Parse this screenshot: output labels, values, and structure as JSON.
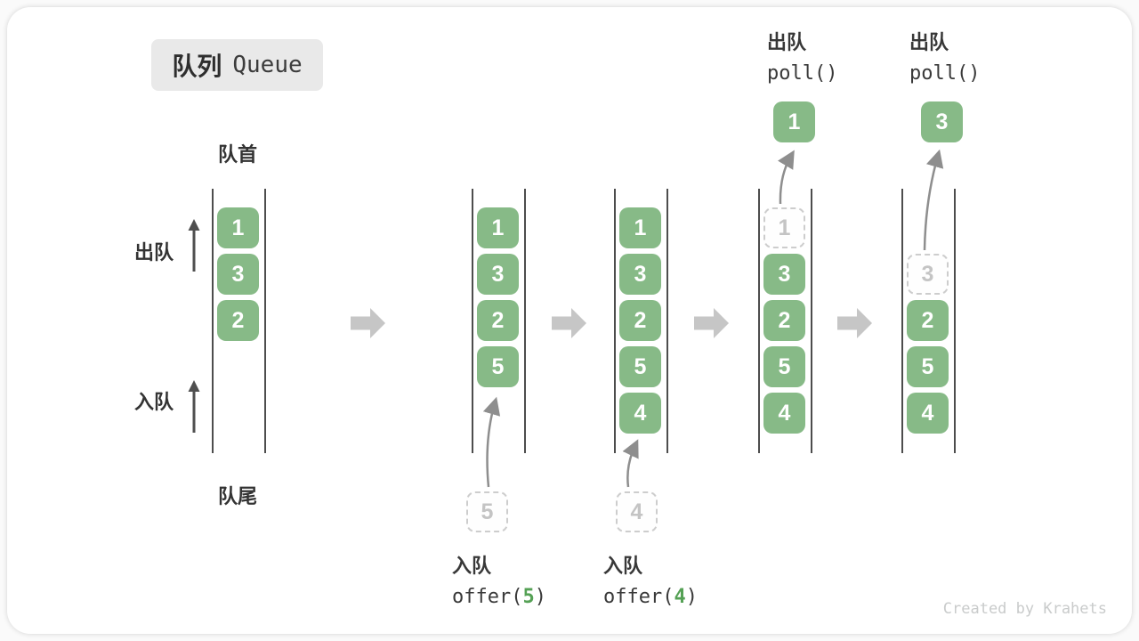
{
  "title": {
    "zh": "队列",
    "en": "Queue"
  },
  "side_labels": {
    "front": "队首",
    "rear": "队尾",
    "dequeue": "出队",
    "enqueue": "入队"
  },
  "queues": [
    {
      "label": "initial-state",
      "slots": [
        {
          "value": "1",
          "state": "filled"
        },
        {
          "value": "3",
          "state": "filled"
        },
        {
          "value": "2",
          "state": "filled"
        }
      ]
    },
    {
      "label": "after-offer-5",
      "slots": [
        {
          "value": "1",
          "state": "filled"
        },
        {
          "value": "3",
          "state": "filled"
        },
        {
          "value": "2",
          "state": "filled"
        },
        {
          "value": "5",
          "state": "filled"
        }
      ],
      "pending": "5"
    },
    {
      "label": "after-offer-4",
      "slots": [
        {
          "value": "1",
          "state": "filled"
        },
        {
          "value": "3",
          "state": "filled"
        },
        {
          "value": "2",
          "state": "filled"
        },
        {
          "value": "5",
          "state": "filled"
        },
        {
          "value": "4",
          "state": "filled"
        }
      ],
      "pending": "4"
    },
    {
      "label": "after-poll-1",
      "slots": [
        {
          "value": "1",
          "state": "removed-dashed"
        },
        {
          "value": "3",
          "state": "filled"
        },
        {
          "value": "2",
          "state": "filled"
        },
        {
          "value": "5",
          "state": "filled"
        },
        {
          "value": "4",
          "state": "filled"
        }
      ],
      "popped": "1"
    },
    {
      "label": "after-poll-3",
      "slots": [
        {
          "value": "3",
          "state": "removed-dashed"
        },
        {
          "value": "2",
          "state": "filled"
        },
        {
          "value": "5",
          "state": "filled"
        },
        {
          "value": "4",
          "state": "filled"
        }
      ],
      "popped": "3"
    }
  ],
  "annotations": {
    "enqueue5": {
      "action": "入队",
      "code_before": "offer(",
      "code_arg": "5",
      "code_after": ")"
    },
    "enqueue4": {
      "action": "入队",
      "code_before": "offer(",
      "code_arg": "4",
      "code_after": ")"
    },
    "poll1": {
      "action": "出队",
      "code": "poll()"
    },
    "poll3": {
      "action": "出队",
      "code": "poll()"
    }
  },
  "footer": "Created by Krahets",
  "colors": {
    "box_green": "#87ba87",
    "code_arg_green": "#55a155",
    "block_arrow_gray": "#c6c6c6",
    "wall_dark": "#4d4d4d",
    "dashed_gray": "#cdcdcd",
    "footer_gray": "#c9cbcb"
  },
  "icons": {
    "step_arrow": "right-block-arrow",
    "flow_arrow": "up-arrow",
    "move_arrow": "curved-up-arrow"
  }
}
